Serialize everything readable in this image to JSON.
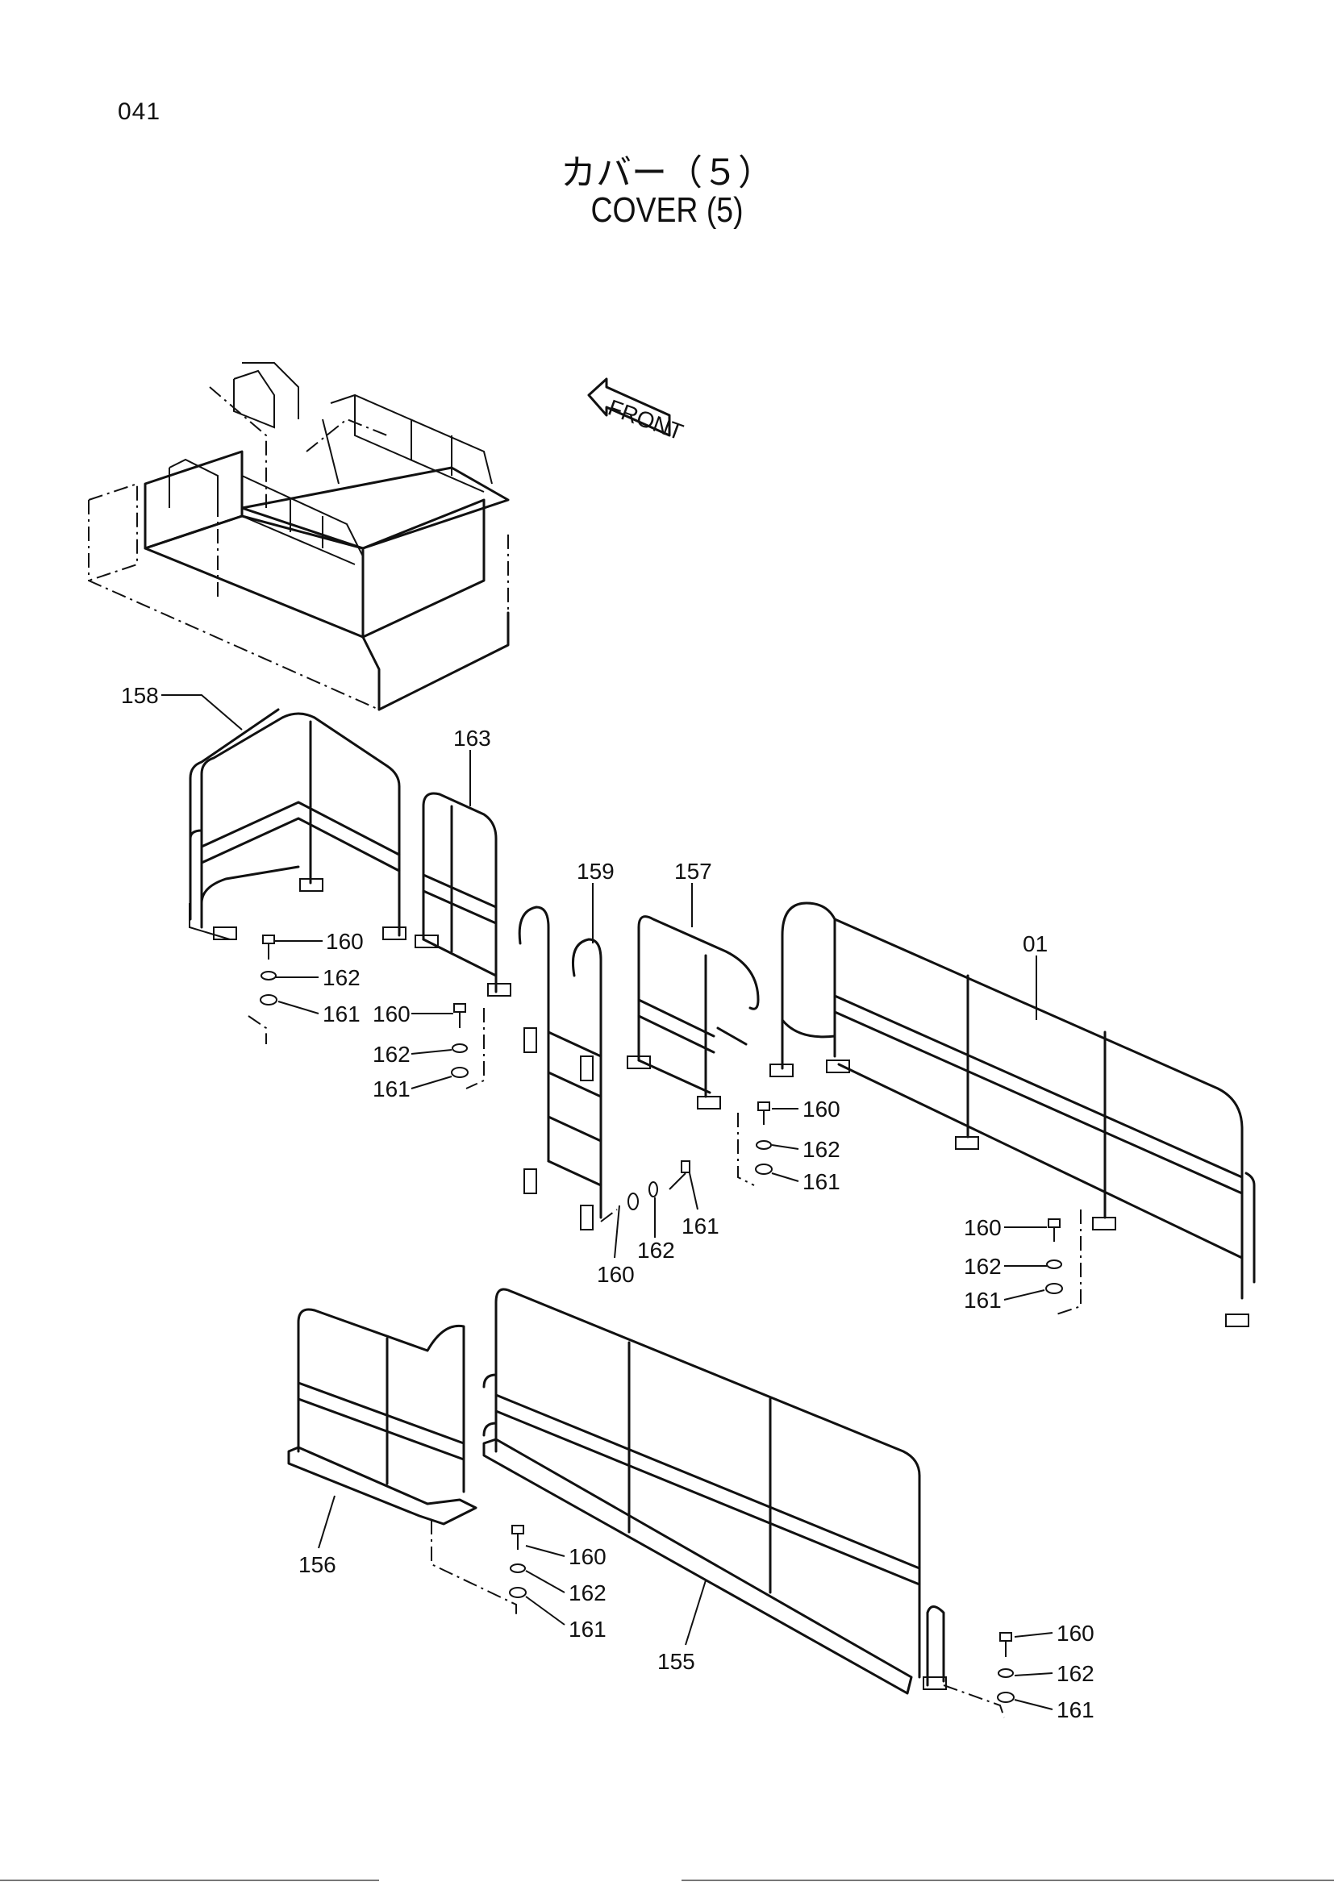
{
  "page": {
    "number": "041"
  },
  "title": {
    "jp": "カバー（５）",
    "en": "COVER (5)"
  },
  "front_label": "FRONT",
  "callouts": [
    {
      "id": "c158",
      "text": "158"
    },
    {
      "id": "c163",
      "text": "163"
    },
    {
      "id": "c159",
      "text": "159"
    },
    {
      "id": "c157",
      "text": "157"
    },
    {
      "id": "c01",
      "text": "01"
    },
    {
      "id": "c160a",
      "text": "160"
    },
    {
      "id": "c162a",
      "text": "162"
    },
    {
      "id": "c161a",
      "text": "161"
    },
    {
      "id": "c160b",
      "text": "160"
    },
    {
      "id": "c162b",
      "text": "162"
    },
    {
      "id": "c161b",
      "text": "161"
    },
    {
      "id": "c160c",
      "text": "160"
    },
    {
      "id": "c162c",
      "text": "162"
    },
    {
      "id": "c161c",
      "text": "161"
    },
    {
      "id": "c160d",
      "text": "160"
    },
    {
      "id": "c162d",
      "text": "162"
    },
    {
      "id": "c161d",
      "text": "161"
    },
    {
      "id": "c160e",
      "text": "160"
    },
    {
      "id": "c162e",
      "text": "162"
    },
    {
      "id": "c161e",
      "text": "161"
    },
    {
      "id": "c156",
      "text": "156"
    },
    {
      "id": "c155",
      "text": "155"
    },
    {
      "id": "c160f",
      "text": "160"
    },
    {
      "id": "c162f",
      "text": "162"
    },
    {
      "id": "c161f",
      "text": "161"
    },
    {
      "id": "c160g",
      "text": "160"
    },
    {
      "id": "c162g",
      "text": "162"
    },
    {
      "id": "c161g",
      "text": "161"
    }
  ]
}
